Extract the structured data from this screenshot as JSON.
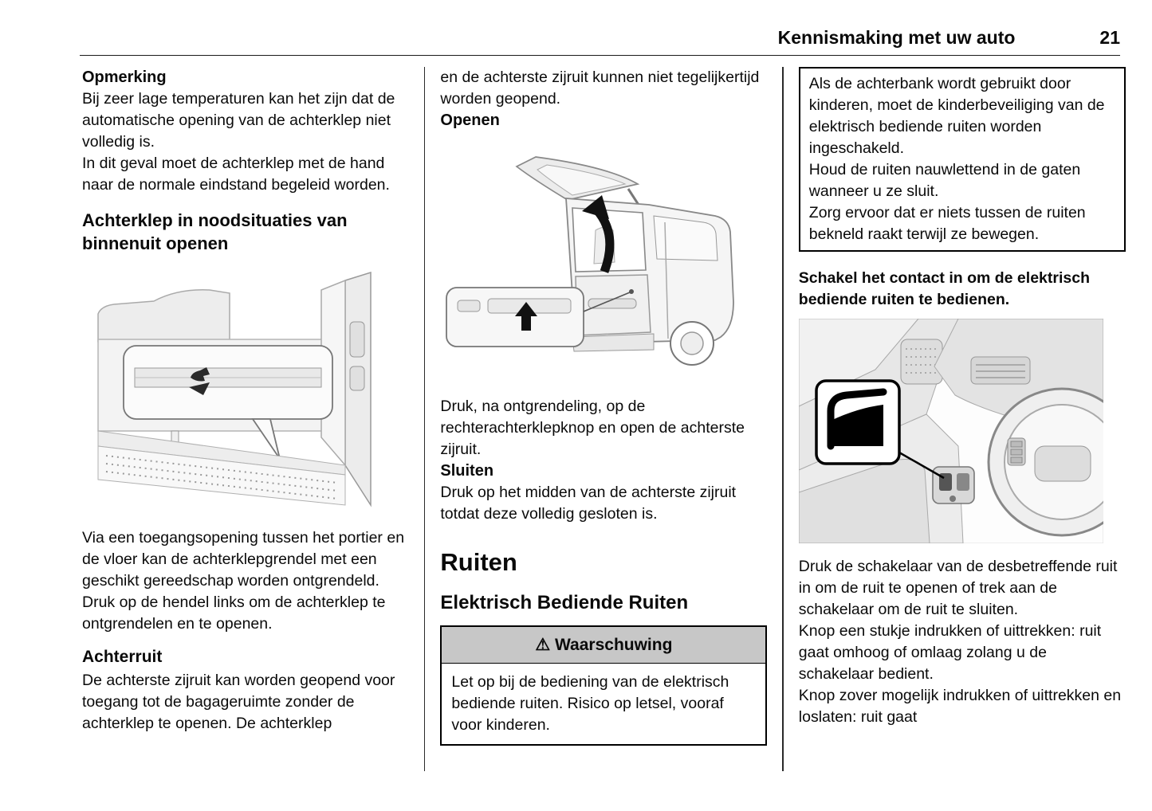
{
  "header": {
    "title": "Kennismaking met uw auto",
    "page_number": "21"
  },
  "col1": {
    "note_heading": "Opmerking",
    "note_para1": "Bij zeer lage temperaturen kan het zijn dat de automatische opening van de achterklep niet volledig is.",
    "note_para2": "In dit geval moet de achterklep met de hand naar de normale eindstand begeleid worden.",
    "section_heading": "Achterklep in noodsituaties van binnenuit openen",
    "para1": "Via een toegangsopening tussen het portier en de vloer kan de achterklepgrendel met een geschikt gereedschap worden ontgrendeld.",
    "para2": "Druk op de hendel links om de achterklep te ontgrendelen en te openen.",
    "rear_window_heading": "Achterruit",
    "para3": "De achterste zijruit kan worden geopend voor toegang tot de bagageruimte zonder de achterklep te openen. De achterklep"
  },
  "col2": {
    "para1": "en de achterste zijruit kunnen niet tegelijkertijd worden geopend.",
    "open_heading": "Openen",
    "para2": "Druk, na ontgrendeling, op de rechterachterklepknop en open de achterste zijruit.",
    "close_heading": "Sluiten",
    "para3": "Druk op het midden van de achterste zijruit totdat deze volledig gesloten is.",
    "chapter_heading": "Ruiten",
    "section_heading": "Elektrisch Bediende Ruiten",
    "warning": {
      "icon": "⚠",
      "title": "Waarschuwing",
      "body": "Let op bij de bediening van de elektrisch bediende ruiten. Risico op letsel, vooraf voor kinderen."
    }
  },
  "col3": {
    "box_lines": [
      "Als de achterbank wordt gebruikt door kinderen, moet de kinderbeveiliging van de elektrisch bediende ruiten worden ingeschakeld.",
      "Houd de ruiten nauwlettend in de gaten wanneer u ze sluit.",
      "Zorg ervoor dat er niets tussen de ruiten bekneld raakt terwijl ze bewegen."
    ],
    "bold_para": "Schakel het contact in om de elektrisch bediende ruiten te bedienen.",
    "para1": "Druk de schakelaar van de desbetreffende ruit in om de ruit te openen of trek aan de schakelaar om de ruit te sluiten.",
    "para2": "Knop een stukje indrukken of uittrekken: ruit gaat omhoog of omlaag zolang u de schakelaar bedient.",
    "para3": "Knop zover mogelijk indrukken of uittrekken en loslaten: ruit gaat"
  }
}
